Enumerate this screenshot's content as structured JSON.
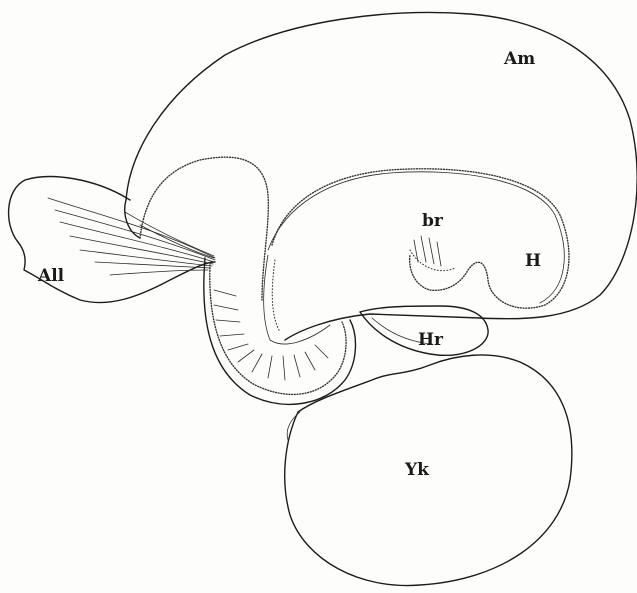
{
  "labels": {
    "am": "Am",
    "br": "br",
    "h": "H",
    "all": "All",
    "hr": "Hr",
    "yk": "Yk"
  },
  "colors": {
    "ink": "#1c1c1c",
    "paper": "#fdfdfb"
  }
}
